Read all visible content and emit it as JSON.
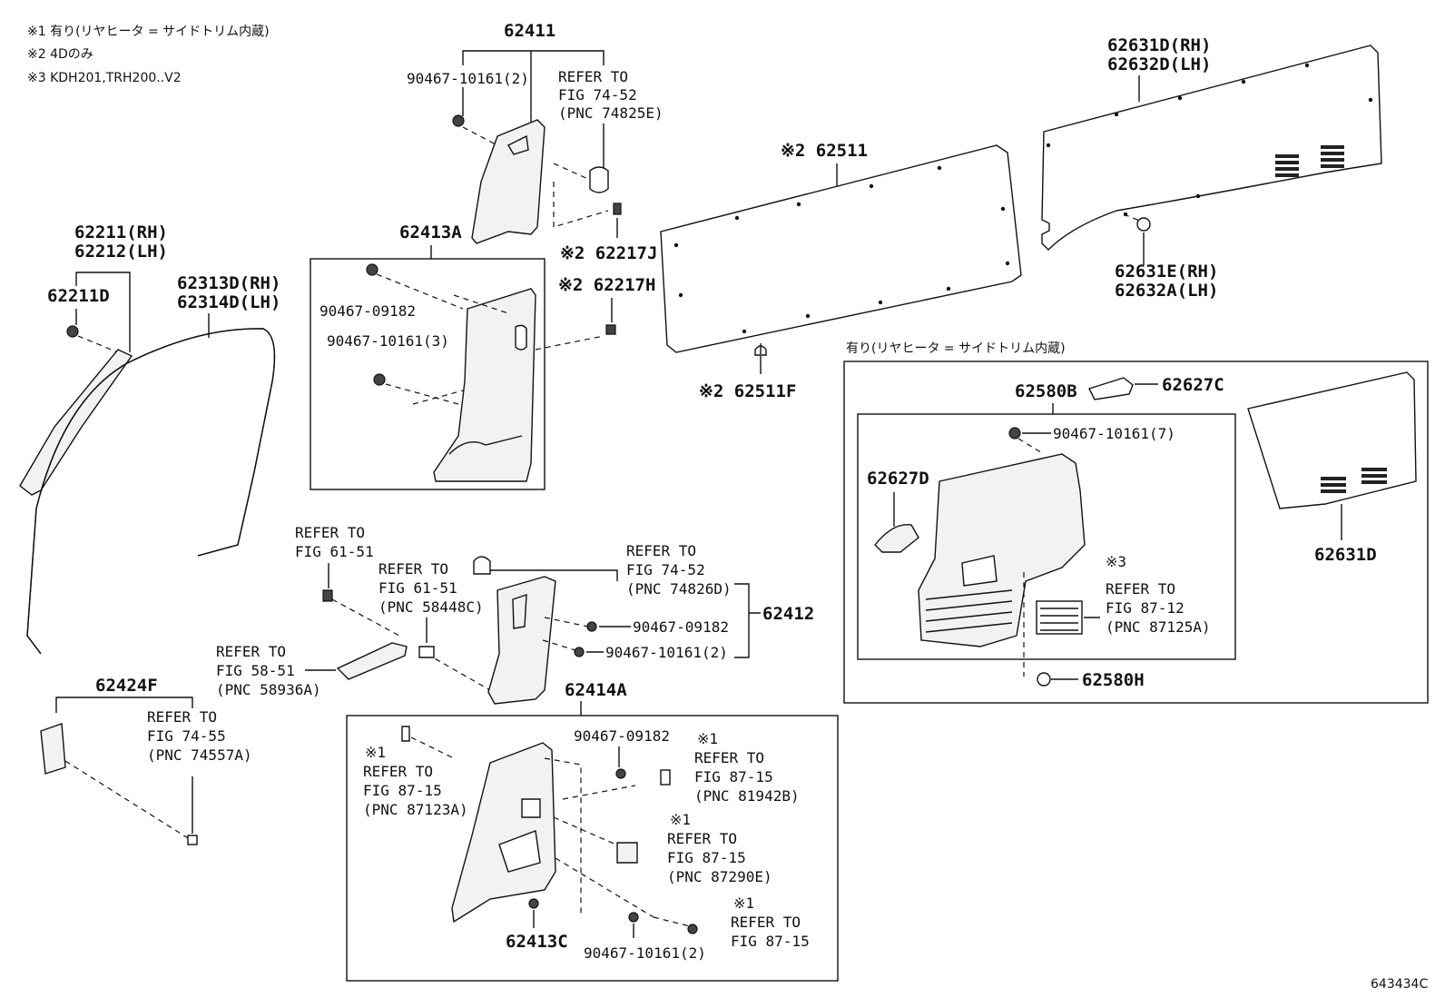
{
  "notes": [
    "※1 有り(リヤヒータ = サイドトリム内蔵)",
    "※2 4Dのみ",
    "※3 KDH201,TRH200..V2"
  ],
  "rear_heater_box_title": "有り(リヤヒータ = サイドトリム内蔵)",
  "figure_id": "643434C",
  "labels": {
    "p62411": "62411",
    "p90467_10161_2_top": "90467-10161(2)",
    "ref_74_52_top": [
      "REFER TO",
      "FIG 74-52",
      "(PNC 74825E)"
    ],
    "p62413A": "62413A",
    "p62217J": "※2 62217J",
    "p62217H": "※2 62217H",
    "p90467_09182_a": "90467-09182",
    "p90467_10161_3": "90467-10161(3)",
    "p62211": [
      "62211(RH)",
      "62212(LH)"
    ],
    "p62211D": "62211D",
    "p62313D": [
      "62313D(RH)",
      "62314D(LH)"
    ],
    "p62511": "※2 62511",
    "p62511F": "※2 62511F",
    "p62631D_RH": [
      "62631D(RH)",
      "62632D(LH)"
    ],
    "p62631E": [
      "62631E(RH)",
      "62632A(LH)"
    ],
    "p62580B": "62580B",
    "p62627C": "62627C",
    "p90467_10161_7": "90467-10161(7)",
    "p62627D": "62627D",
    "ref_87_12": [
      "REFER TO",
      "FIG 87-12",
      "(PNC 87125A)"
    ],
    "note3_mark": "※3",
    "p62580H": "62580H",
    "p62631D": "62631D",
    "ref_61_51_a": [
      "REFER TO",
      "FIG 61-51"
    ],
    "ref_61_51_b": [
      "REFER TO",
      "FIG 61-51",
      "(PNC 58448C)"
    ],
    "ref_74_52_b": [
      "REFER TO",
      "FIG 74-52",
      "(PNC 74826D)"
    ],
    "p62412": "62412",
    "p90467_09182_b": "90467-09182",
    "p90467_10161_2_b": "90467-10161(2)",
    "ref_58_51": [
      "REFER TO",
      "FIG 58-51",
      "(PNC 58936A)"
    ],
    "p62424F": "62424F",
    "ref_74_55": [
      "REFER TO",
      "FIG 74-55",
      "(PNC 74557A)"
    ],
    "p62414A": "62414A",
    "ref_87_15_a": [
      "※1",
      "REFER TO",
      "FIG 87-15",
      "(PNC 87123A)"
    ],
    "p90467_09182_c": "90467-09182",
    "ref_87_15_b": [
      "※1",
      "REFER TO",
      "FIG 87-15",
      "(PNC 81942B)"
    ],
    "ref_87_15_c": [
      "※1",
      "REFER TO",
      "FIG 87-15",
      "(PNC 87290E)"
    ],
    "ref_87_15_d": [
      "※1",
      "REFER TO",
      "FIG 87-15"
    ],
    "p62413C": "62413C",
    "p90467_10161_2_c": "90467-10161(2)"
  }
}
